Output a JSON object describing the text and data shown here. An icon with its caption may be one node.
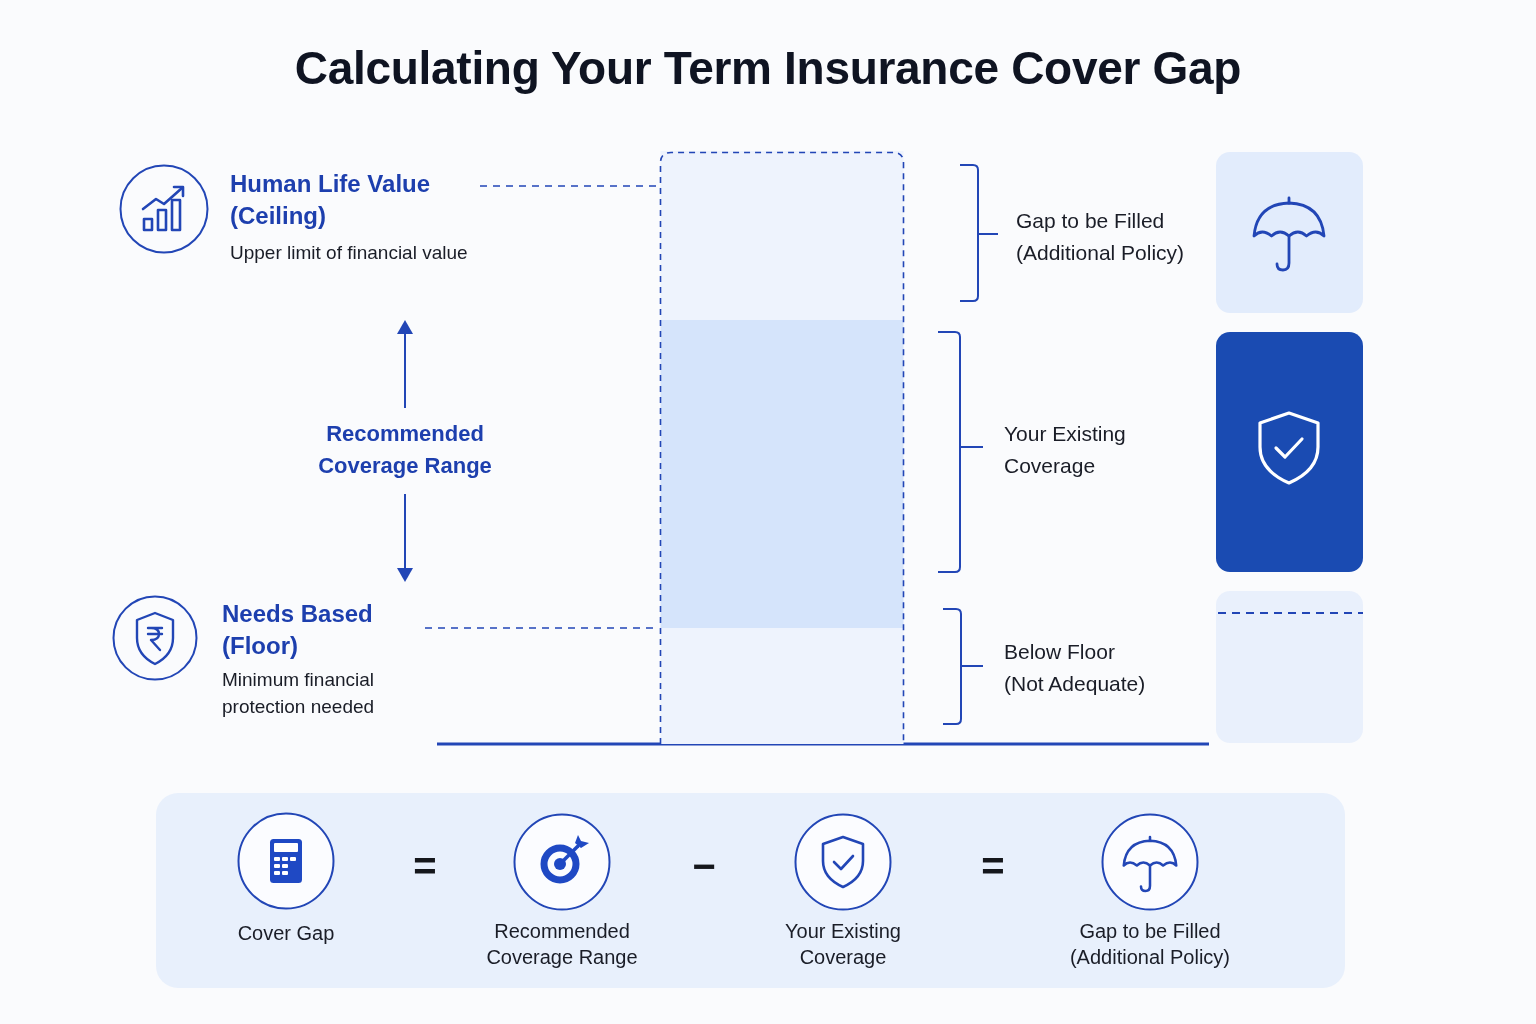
{
  "diagram": {
    "title": "Calculating Your Term Insurance Cover Gap",
    "nodes": [
      {
        "text": [
          "Human Life Value (Ceiling)",
          "Upper limit of financial value"
        ]
      },
      {
        "text": [
          "Needs Based (Floor)",
          "Minimum financial protection needed"
        ]
      },
      {
        "text": [],
        "shape": "bar"
      },
      {
        "text": [],
        "shape": "box"
      },
      {
        "text": [
          "Cover Gap"
        ],
        "in": 3
      },
      {
        "text": [
          "Recommended Coverage Range"
        ],
        "in": 3
      },
      {
        "text": [
          "Your Existing Coverage"
        ],
        "in": 3
      },
      {
        "text": [
          "Gap to be Filled (Additional Policy)"
        ],
        "in": 3
      }
    ],
    "edges": [
      {
        "from": 0,
        "to": 2,
        "arrow": "none",
        "style": "dashed"
      },
      {
        "from": 1,
        "to": 2,
        "arrow": "none",
        "style": "dashed"
      }
    ],
    "labels": [
      "Gap to be Filled (Additional Policy)",
      "Recommended Coverage Range",
      "Your Existing Coverage",
      "Below Floor (Not Adequate)",
      "=",
      "−",
      "="
    ]
  }
}
